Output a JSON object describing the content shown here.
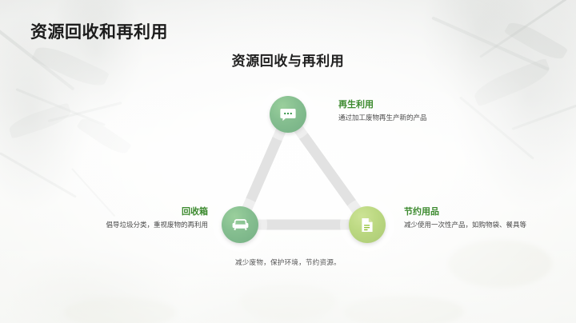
{
  "slide": {
    "title": "资源回收和再利用",
    "content_title": "资源回收与再利用",
    "footnote": "减少废物，保护环境，节约资源。"
  },
  "theme": {
    "accent_green": "#3c8a2e",
    "node_dark_green": "#2f9141",
    "node_light_green": "#8cbd28",
    "connector_gray": "#e0e0e0",
    "title_color": "#1c1c1c",
    "body_text_color": "#4a4a4a"
  },
  "diagram": {
    "type": "triangle-cycle",
    "nodes": [
      {
        "id": "reuse",
        "position": "top",
        "icon": "chat-bubble-icon",
        "icon_color": "#ffffff",
        "circle_color": "#2f9141",
        "title": "再生利用",
        "desc": "通过加工废物再生产新的产品"
      },
      {
        "id": "recycle-bin",
        "position": "bottom-left",
        "icon": "sofa-icon",
        "icon_color": "#ffffff",
        "circle_color": "#2f9141",
        "title": "回收箱",
        "desc": "倡导垃圾分类，重视废物的再利用"
      },
      {
        "id": "save-supplies",
        "position": "bottom-right",
        "icon": "document-icon",
        "icon_color": "#ffffff",
        "circle_color": "#8cbd28",
        "title": "节约用品",
        "desc": "减少使用一次性产品，如购物袋、餐具等"
      }
    ]
  }
}
